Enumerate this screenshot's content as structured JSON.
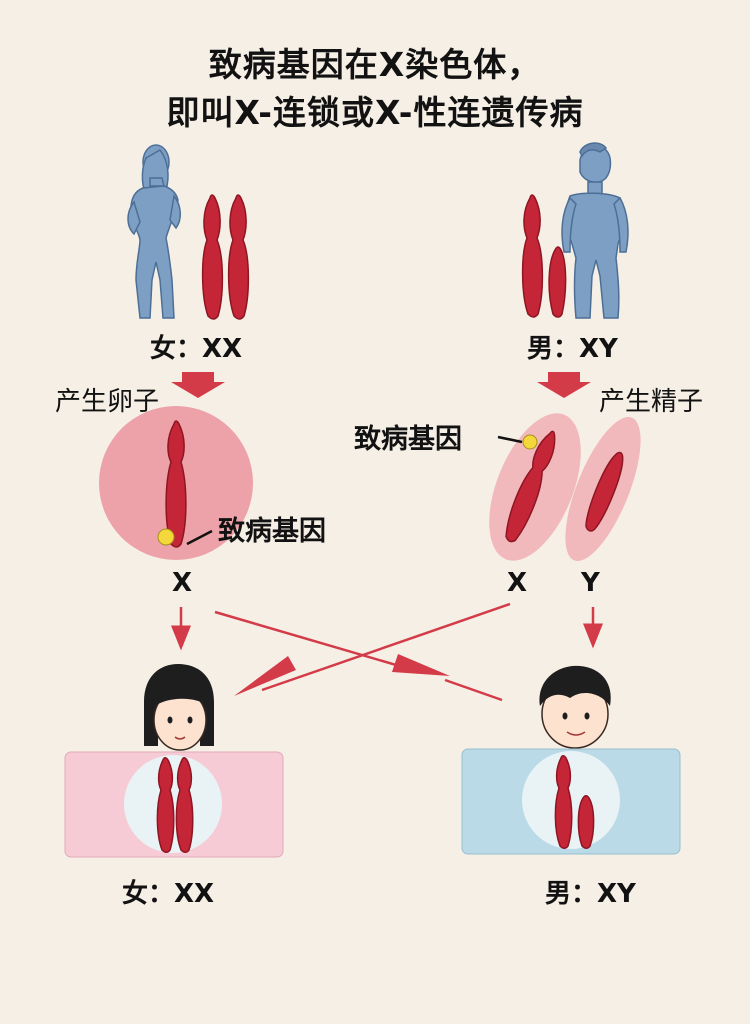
{
  "title": {
    "line1": "致病基因在X染色体，",
    "line2": "即叫X-连锁或X-性连遗传病"
  },
  "parents": {
    "female_label": "女：XX",
    "male_label": "男：XY"
  },
  "gametes": {
    "egg_label": "产生卵子",
    "sperm_label": "产生精子",
    "egg_gene_label": "致病基因",
    "sperm_gene_label": "致病基因",
    "egg_chrom": "X",
    "sperm_chrom_x": "X",
    "sperm_chrom_y": "Y"
  },
  "children": {
    "daughter_label": "女：XX",
    "son_label": "男：XY"
  },
  "colors": {
    "background": "#f6efe6",
    "chromosome": "#c42638",
    "arrow": "#d43b48",
    "body_silhouette": "#7d9fc4",
    "egg_cell": "#eca2a8",
    "sperm_cell": "#f2b9bd",
    "gene_marker": "#f4d73a",
    "daughter_panel": "#f7cbd6",
    "son_panel": "#b9dae6"
  }
}
